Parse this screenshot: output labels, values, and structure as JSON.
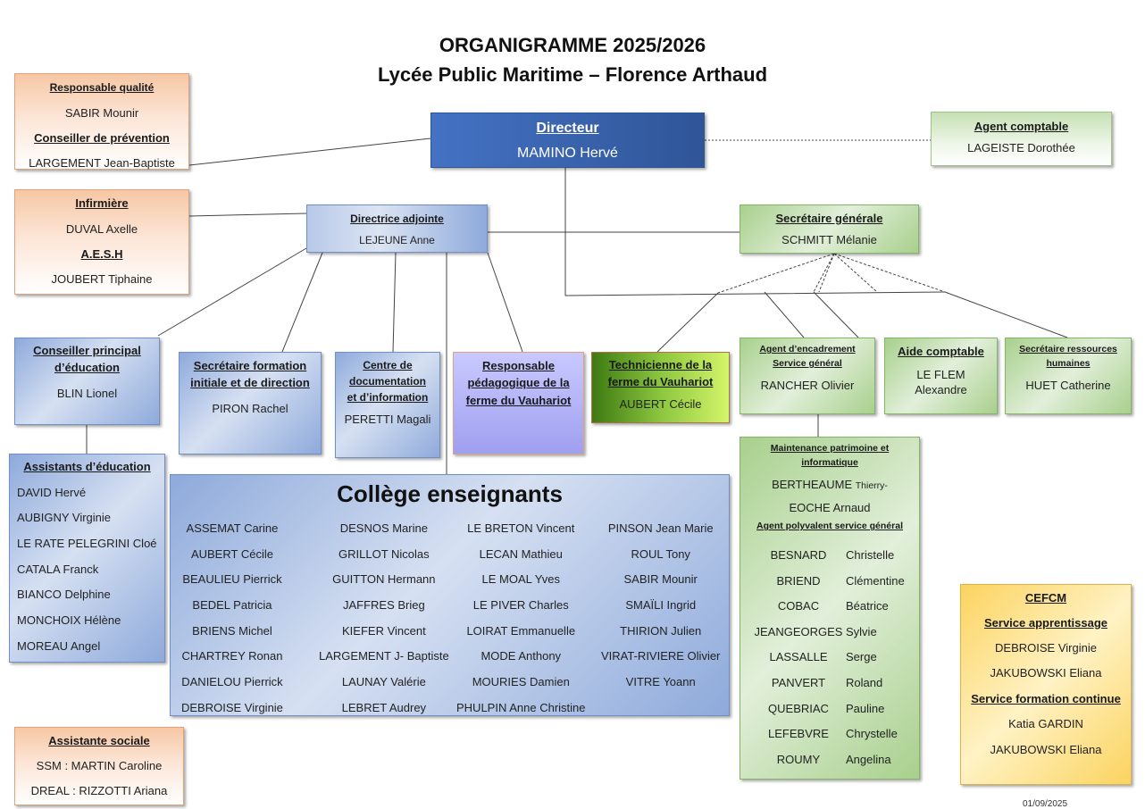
{
  "title": {
    "line1": "ORGANIGRAMME 2025/2026",
    "line2": "Lycée Public Maritime – Florence Arthaud"
  },
  "qualite": {
    "heading1": "Responsable qualité",
    "name1": "SABIR Mounir",
    "heading2": "Conseiller de prévention",
    "name2": "LARGEMENT Jean-Baptiste"
  },
  "infirmiere": {
    "heading1": "Infirmière",
    "name1": "DUVAL Axelle",
    "heading2": "A.E.S.H",
    "name2": "JOUBERT Tiphaine"
  },
  "directeur": {
    "heading": "Directeur",
    "name": "MAMINO Hervé"
  },
  "agent_comptable": {
    "heading": "Agent comptable",
    "name": "LAGEISTE Dorothée"
  },
  "directrice_adjointe": {
    "heading": "Directrice adjointe",
    "name": "LEJEUNE Anne"
  },
  "secretaire_generale": {
    "heading": "Secrétaire générale",
    "name": "SCHMITT Mélanie"
  },
  "cpe": {
    "heading_l1": "Conseiller principal",
    "heading_l2": "d’éducation",
    "name": "BLIN Lionel"
  },
  "secretaire_formation": {
    "heading_l1": "Secrétaire formation",
    "heading_l2": "initiale et de direction",
    "name": "PIRON Rachel"
  },
  "cdi": {
    "heading_l1": "Centre de",
    "heading_l2": "documentation",
    "heading_l3": "et d’information",
    "name": "PERETTI Magali"
  },
  "resp_pedagogique": {
    "heading_l1": "Responsable",
    "heading_l2": "pédagogique de la",
    "heading_l3": "ferme du Vauhariot"
  },
  "technicienne": {
    "heading_l1": "Technicienne de la",
    "heading_l2": "ferme du Vauhariot",
    "name": "AUBERT Cécile"
  },
  "agent_encadrement": {
    "heading_l1": "Agent d’encadrement",
    "heading_l2": "Service général",
    "name": "RANCHER Olivier"
  },
  "aide_comptable": {
    "heading": "Aide comptable",
    "name_l1": "LE FLEM",
    "name_l2": "Alexandre"
  },
  "secretaire_rh": {
    "heading_l1": "Secrétaire ressources",
    "heading_l2": "humaines",
    "name": "HUET Catherine"
  },
  "assistants_education": {
    "heading": "Assistants d’éducation",
    "names": [
      "DAVID Hervé",
      "AUBIGNY Virginie",
      "LE RATE PELEGRINI Cloé",
      "CATALA Franck",
      "BIANCO Delphine",
      "MONCHOIX Hélène",
      "MOREAU Angel"
    ]
  },
  "college": {
    "heading": "Collège enseignants",
    "columns": [
      [
        "ASSEMAT Carine",
        "AUBERT Cécile",
        "BEAULIEU Pierrick",
        "BEDEL Patricia",
        "BRIENS Michel",
        "CHARTREY Ronan",
        "DANIELOU Pierrick",
        "DEBROISE Virginie"
      ],
      [
        "DESNOS Marine",
        "GRILLOT Nicolas",
        "GUITTON Hermann",
        "JAFFRES Brieg",
        "KIEFER Vincent",
        "LARGEMENT J- Baptiste",
        "LAUNAY Valérie",
        "LEBRET Audrey"
      ],
      [
        "LE BRETON Vincent",
        "LECAN Mathieu",
        "LE MOAL Yves",
        "LE PIVER Charles",
        "LOIRAT Emmanuelle",
        "MODE Anthony",
        "MOURIES Damien",
        "PHULPIN Anne Christine"
      ],
      [
        "PINSON Jean Marie",
        "ROUL Tony",
        "SABIR Mounir",
        "SMAÏLI Ingrid",
        "THIRION Julien",
        "VIRAT-RIVIERE Olivier",
        "VITRE Yoann"
      ]
    ]
  },
  "maintenance": {
    "heading_l1": "Maintenance patrimoine et",
    "heading_l2": "informatique",
    "name1_main": "BERTHEAUME",
    "name1_small": "Thierry-",
    "name2": "EOCHE Arnaud",
    "subheading": "Agent polyvalent service général",
    "agents": [
      [
        "BESNARD",
        "Christelle"
      ],
      [
        "BRIEND",
        "Clémentine"
      ],
      [
        "COBAC",
        "Béatrice"
      ],
      [
        "JEANGEORGES",
        "Sylvie"
      ],
      [
        "LASSALLE",
        "Serge"
      ],
      [
        "PANVERT",
        "Roland"
      ],
      [
        "QUEBRIAC",
        "Pauline"
      ],
      [
        "LEFEBVRE",
        "Chrystelle"
      ],
      [
        "ROUMY",
        "Angelina"
      ]
    ]
  },
  "cefcm": {
    "heading": "CEFCM",
    "sub1": "Service apprentissage",
    "names1": [
      "DEBROISE Virginie",
      "JAKUBOWSKI Eliana"
    ],
    "sub2": "Service formation continue",
    "names2": [
      "Katia GARDIN",
      "JAKUBOWSKI Eliana"
    ]
  },
  "assistante_sociale": {
    "heading": "Assistante sociale",
    "name1": "SSM : MARTIN Caroline",
    "name2": "DREAL : RIZZOTTI Ariana"
  },
  "footer": {
    "date": "01/09/2025"
  }
}
